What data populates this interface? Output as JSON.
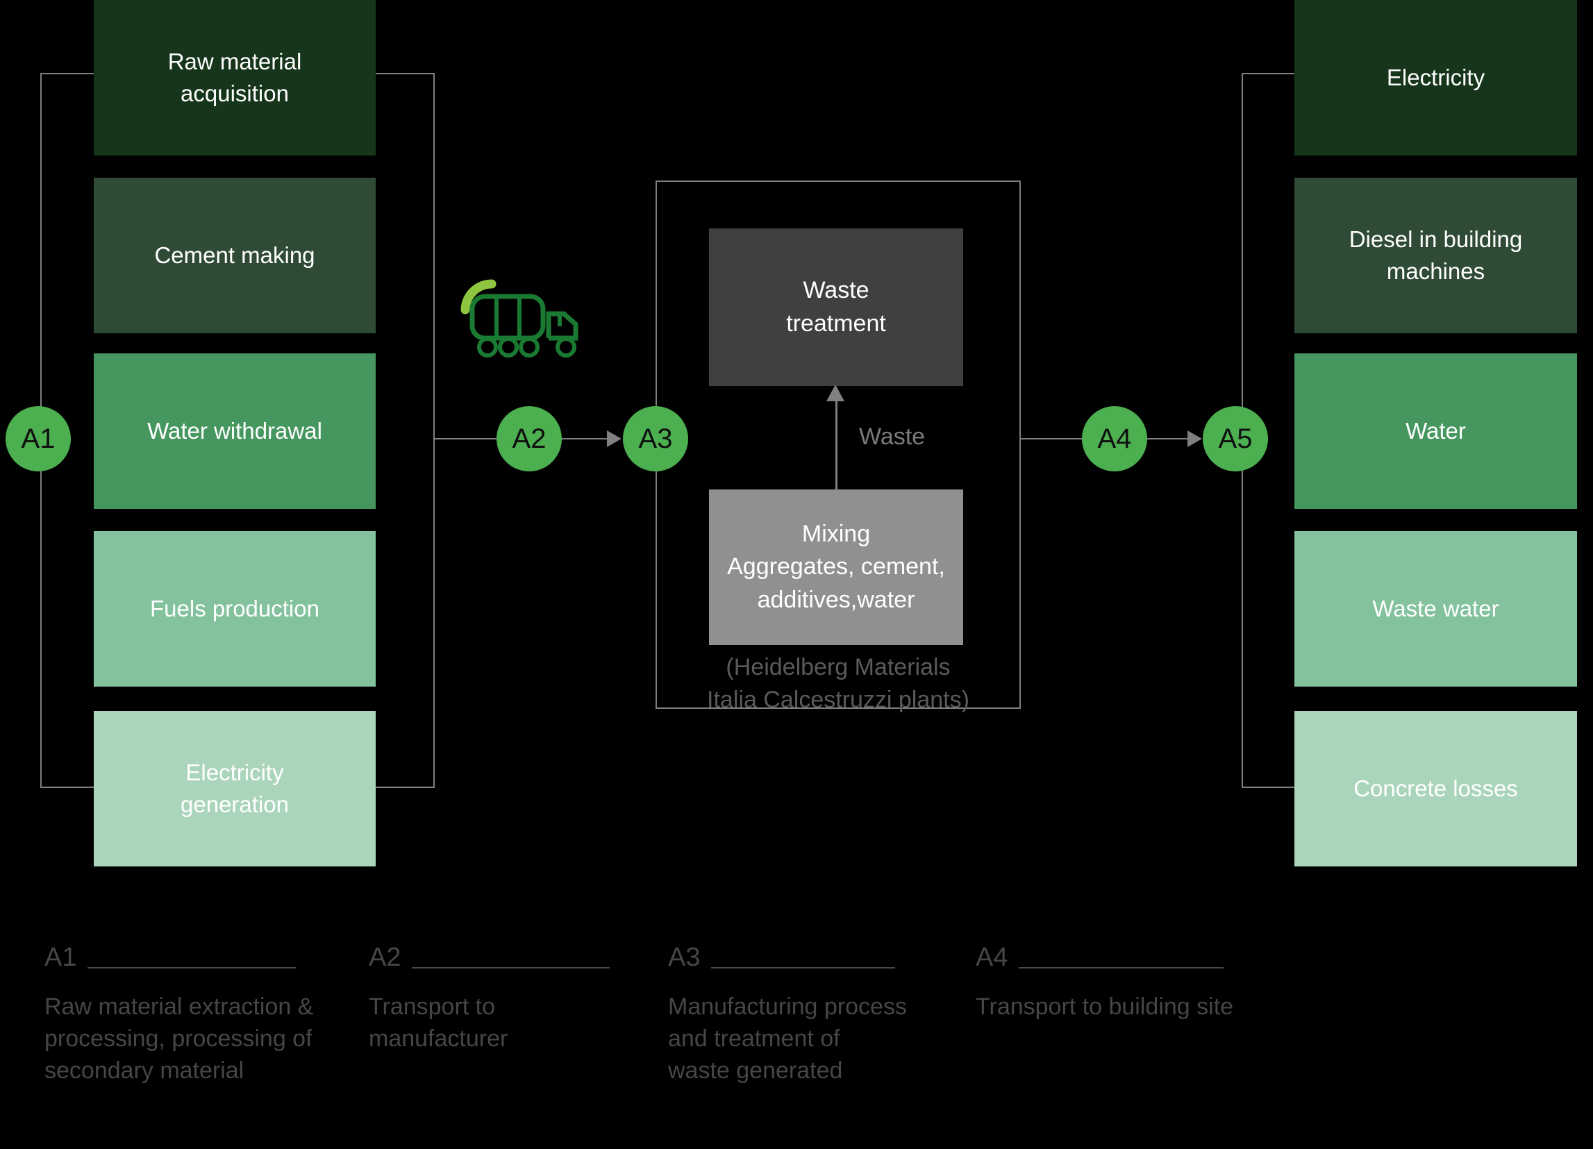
{
  "diagram": {
    "stages": [
      "A1",
      "A2",
      "A3",
      "A4",
      "A5"
    ],
    "left_column": {
      "items": [
        {
          "label": "Raw material\nacquisition",
          "color": "#16351b"
        },
        {
          "label": "Cement making",
          "color": "#2f4b36"
        },
        {
          "label": "Water withdrawal",
          "color": "#45965f"
        },
        {
          "label": "Fuels production",
          "color": "#83c29d"
        },
        {
          "label": "Electricity\ngeneration",
          "color": "#abd5bb"
        }
      ]
    },
    "right_column": {
      "items": [
        {
          "label": "Electricity",
          "color": "#16351b"
        },
        {
          "label": "Diesel in building  machines",
          "color": "#2f4b36"
        },
        {
          "label": "Water",
          "color": "#45965f"
        },
        {
          "label": "Waste water",
          "color": "#83c29d"
        },
        {
          "label": "Concrete losses",
          "color": "#abd5bb"
        }
      ]
    },
    "center": {
      "waste_treatment_label": "Waste\ntreatment",
      "waste_arrow_label": "Waste",
      "mixing_label": "Mixing\nAggregates, cement,\nadditives,water",
      "plant_note": "(Heidelberg Materials\nItalia Calcestruzzi plants)"
    },
    "icons": {
      "truck": "concrete-mixer-truck"
    },
    "colors": {
      "background": "#000000",
      "stage_circle": "#4caf50",
      "connector_gray": "#808080",
      "waste_treatment_box": "#404040",
      "mixing_box": "#909090",
      "waste_label_text": "#7a7a7a",
      "plant_note_text": "#5a5a5a",
      "legend_text": "#464646",
      "truck_outline": "#1b7a31",
      "truck_accent": "#8fc63f"
    }
  },
  "legend": {
    "items": [
      {
        "code": "A1",
        "description": "Raw material extraction & processing, processing of secondary material"
      },
      {
        "code": "A2",
        "description": "Transport to manufacturer"
      },
      {
        "code": "A3",
        "description": "Manufacturing process and treatment of waste generated"
      },
      {
        "code": "A4",
        "description": "Transport to building site"
      }
    ]
  }
}
